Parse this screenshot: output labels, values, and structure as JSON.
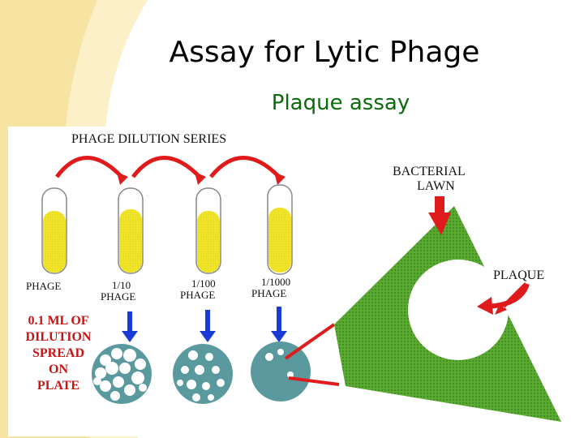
{
  "slide": {
    "title": "Assay for Lytic Phage",
    "subtitle": "Plaque assay"
  },
  "diagram": {
    "series_title": "PHAGE DILUTION SERIES",
    "tubes": [
      {
        "label": "PHAGE"
      },
      {
        "label_line1": "1/10",
        "label_line2": "PHAGE"
      },
      {
        "label_line1": "1/100",
        "label_line2": "PHAGE"
      },
      {
        "label_line1": "1/1000",
        "label_line2": "PHAGE"
      }
    ],
    "spread_label": [
      "0.1 ML OF",
      "DILUTION",
      "SPREAD",
      "ON",
      "PLATE"
    ],
    "lawn_label": [
      "BACTERIAL",
      "LAWN"
    ],
    "plaque_label": "PLAQUE",
    "colors": {
      "tube_liquid": "#f2e62a",
      "arrow_red": "#e01b1b",
      "arrow_blue": "#1a3ad6",
      "plate": "#5a9a9e",
      "lawn": "#4a9a2a",
      "title_green": "#0a6b0a",
      "accent_yellow": "#f7e7a6"
    }
  }
}
